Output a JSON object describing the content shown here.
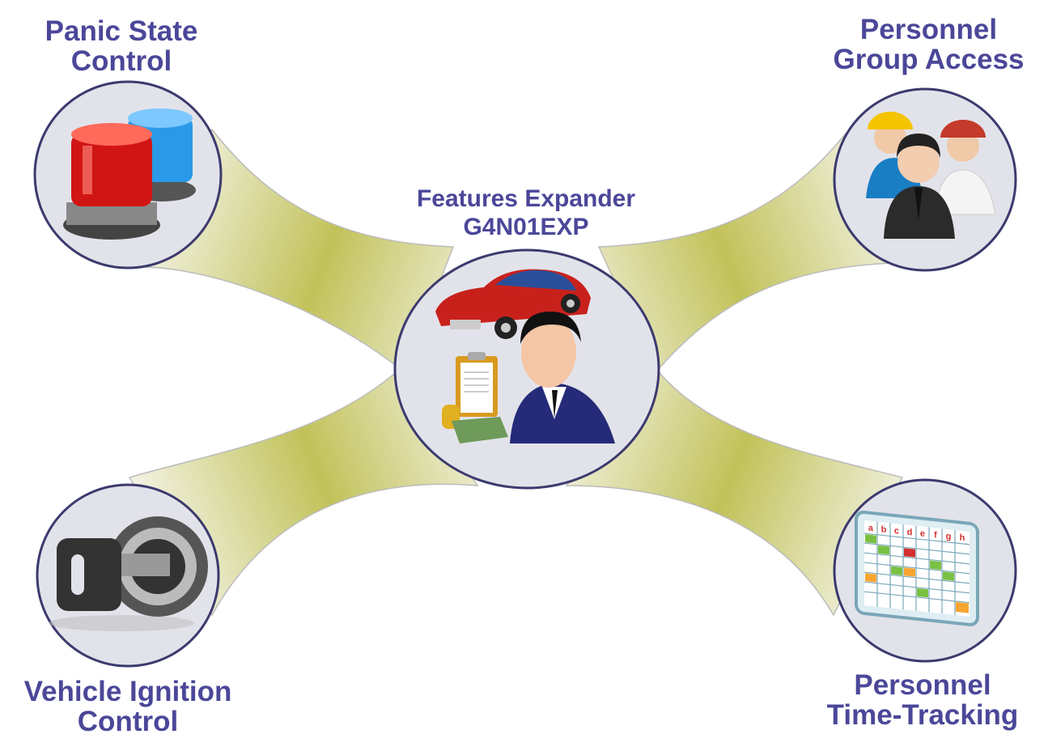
{
  "center": {
    "title_line1": "Features Expander",
    "title_line2": "G4N01EXP",
    "icon": "businessman-car-money-icon"
  },
  "nodes": [
    {
      "line1": "Panic State",
      "line2": "Control",
      "icon": "siren-lights-icon"
    },
    {
      "line1": "Personnel",
      "line2": "Group Access",
      "icon": "personnel-group-icon"
    },
    {
      "line1": "Vehicle Ignition",
      "line2": "Control",
      "icon": "ignition-key-icon"
    },
    {
      "line1": "Personnel",
      "line2": "Time-Tracking",
      "icon": "schedule-grid-icon"
    }
  ],
  "schedule_columns": [
    "a",
    "b",
    "c",
    "d",
    "e",
    "f",
    "g",
    "h"
  ],
  "colors": {
    "text": "#4b4799",
    "circle_stroke": "#3c3a6e",
    "circle_fill": "#e2e3ea",
    "band": "#c3c25a"
  }
}
